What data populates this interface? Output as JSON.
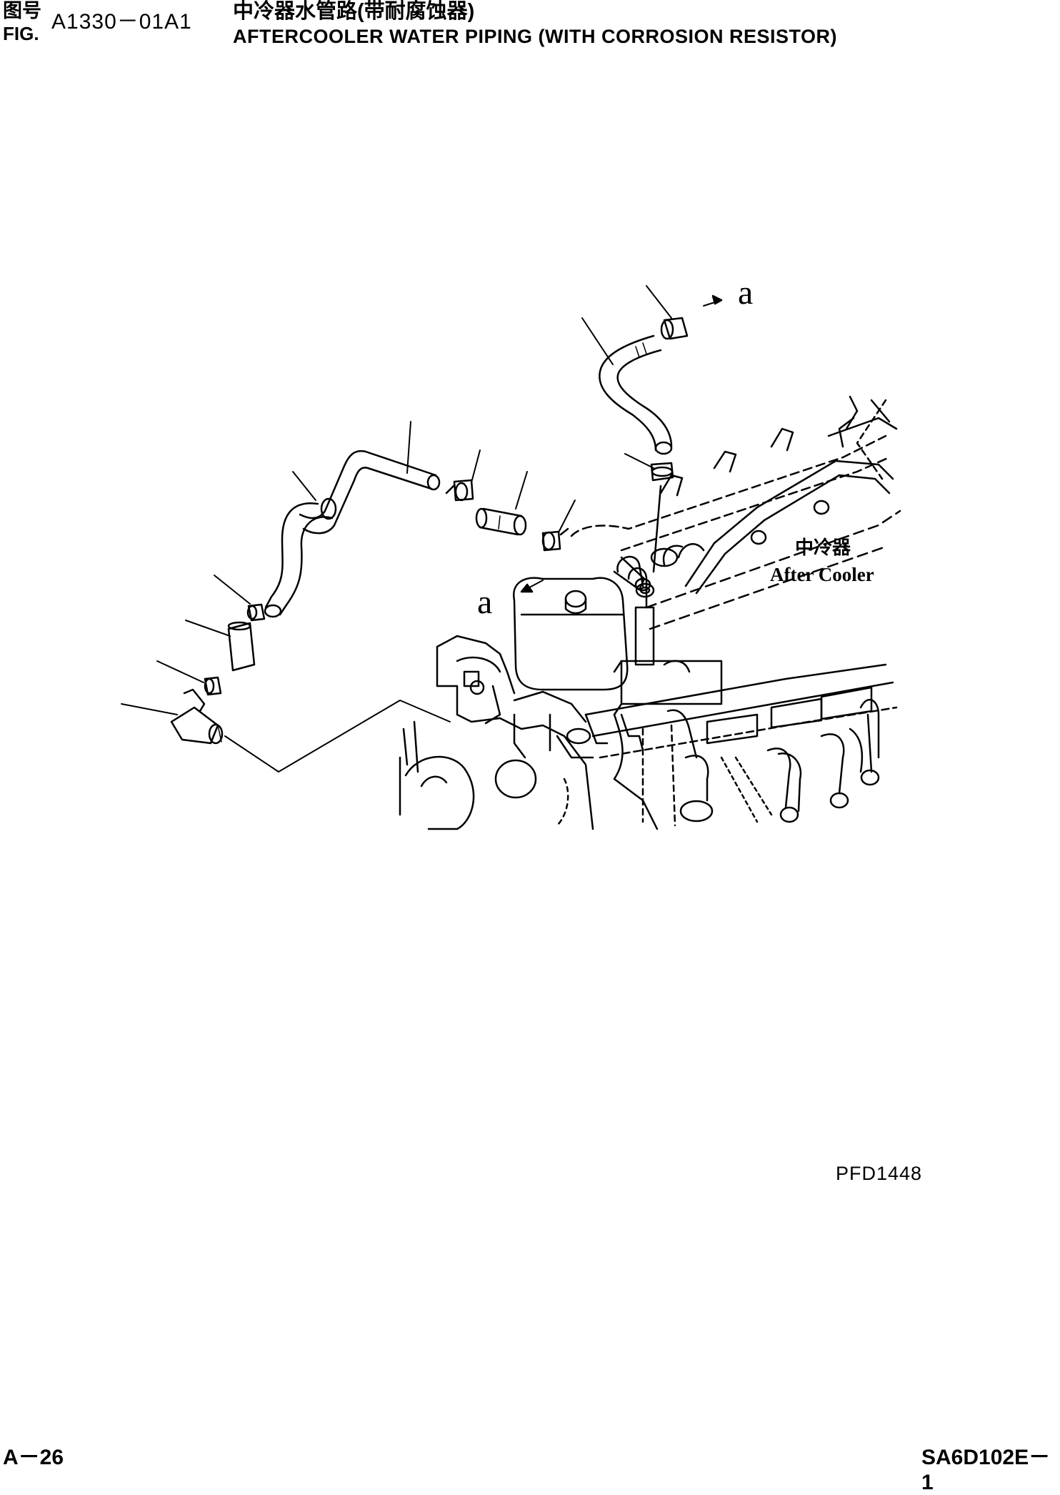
{
  "header": {
    "fig_label_cn": "图号",
    "fig_label_en": "FIG.",
    "fig_number": "A1330－01A1",
    "title_cn": "中冷器水管路(带耐腐蚀器)",
    "title_en": "AFTERCOOLER WATER PIPING (WITH CORROSION RESISTOR)"
  },
  "diagram": {
    "callout_a_top": "a",
    "callout_a_mid": "a",
    "component_label_cn": "中冷器",
    "component_label_en": "After Cooler"
  },
  "footer": {
    "drawing_code": "PFD1448",
    "page": "A－26",
    "model": "SA6D102E－1"
  }
}
